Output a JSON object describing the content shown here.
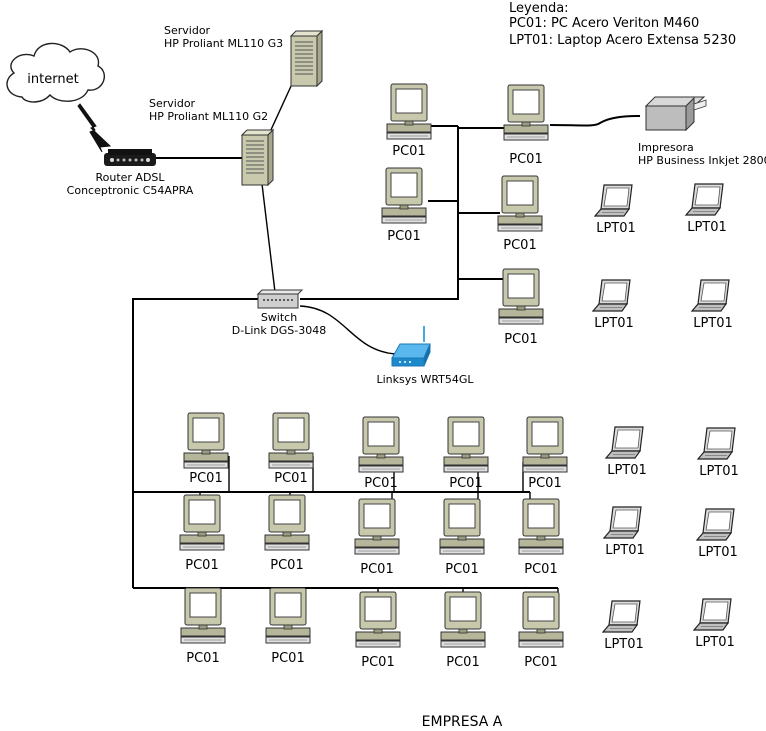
{
  "legend": {
    "title": "Leyenda:",
    "line1": "PC01: PC Acero Veriton M460",
    "line2": "LPT01: Laptop Acero Extensa 5230"
  },
  "internet": {
    "label": "internet"
  },
  "router": {
    "line1": "Router ADSL",
    "line2": "Conceptronic C54APRA"
  },
  "server_g3": {
    "line1": "Servidor",
    "line2": "HP Proliant ML110 G3"
  },
  "server_g2": {
    "line1": "Servidor",
    "line2": "HP Proliant ML110 G2"
  },
  "switch": {
    "line1": "Switch",
    "line2": "D-Link DGS-3048"
  },
  "access_point": {
    "label": "Linksys WRT54GL"
  },
  "printer": {
    "line1": "Impresora",
    "line2": "HP Business Inkjet 2800"
  },
  "pc_label": "PC01",
  "laptop_label": "LPT01",
  "footer": "EMPRESA A"
}
